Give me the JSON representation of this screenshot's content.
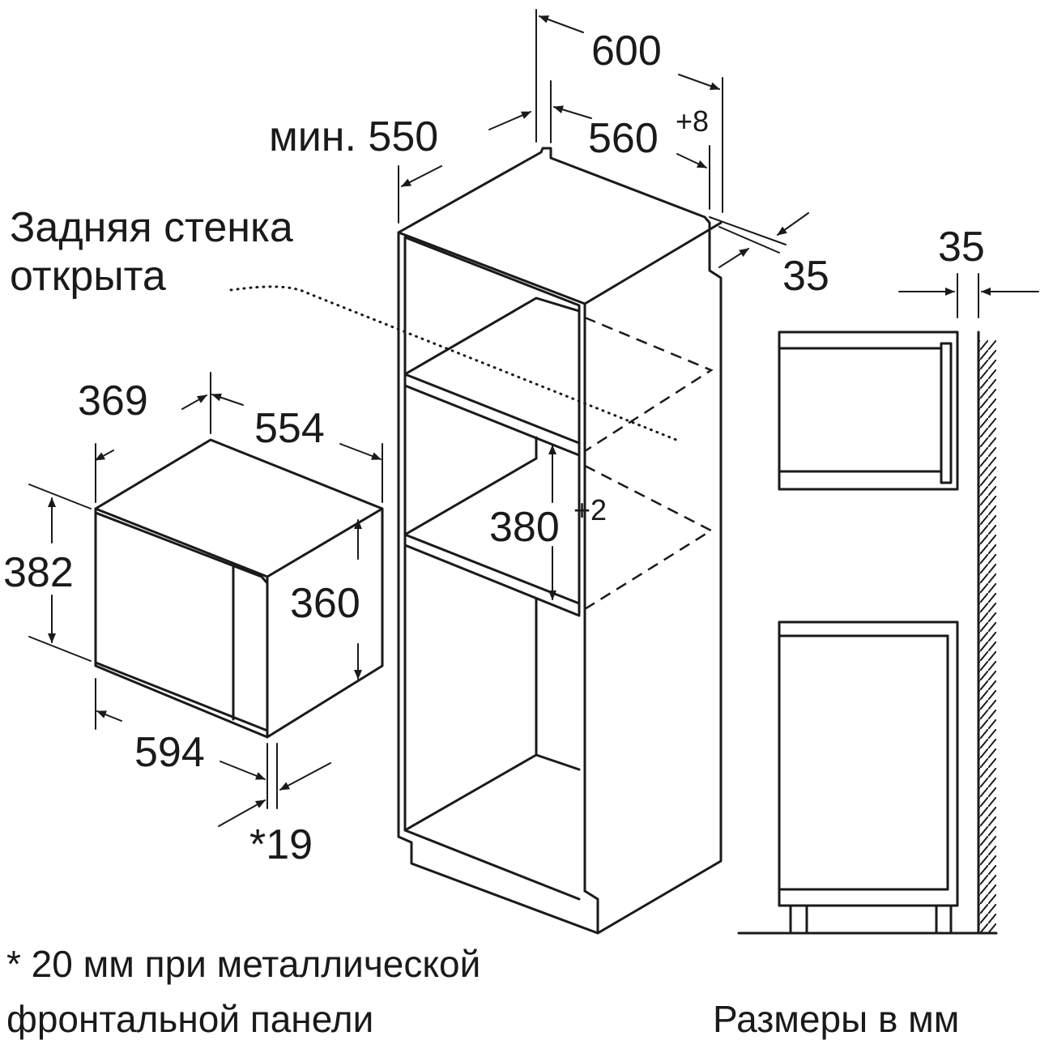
{
  "dimensions": {
    "d600": "600",
    "min550": "мин. 550",
    "d560": "560",
    "d560_tol": "+8",
    "d35_top": "35",
    "d35_side": "35",
    "d369": "369",
    "d554": "554",
    "d380": "380",
    "d380_tol": "+2",
    "d382": "382",
    "d360": "360",
    "d594": "594",
    "d19": "*19"
  },
  "labels": {
    "back_wall_line1": "Задняя стенка",
    "back_wall_line2": "открыта",
    "footnote_line1": "* 20 мм при металлической",
    "footnote_line2": "фронтальной панели",
    "units": "Размеры в мм"
  }
}
